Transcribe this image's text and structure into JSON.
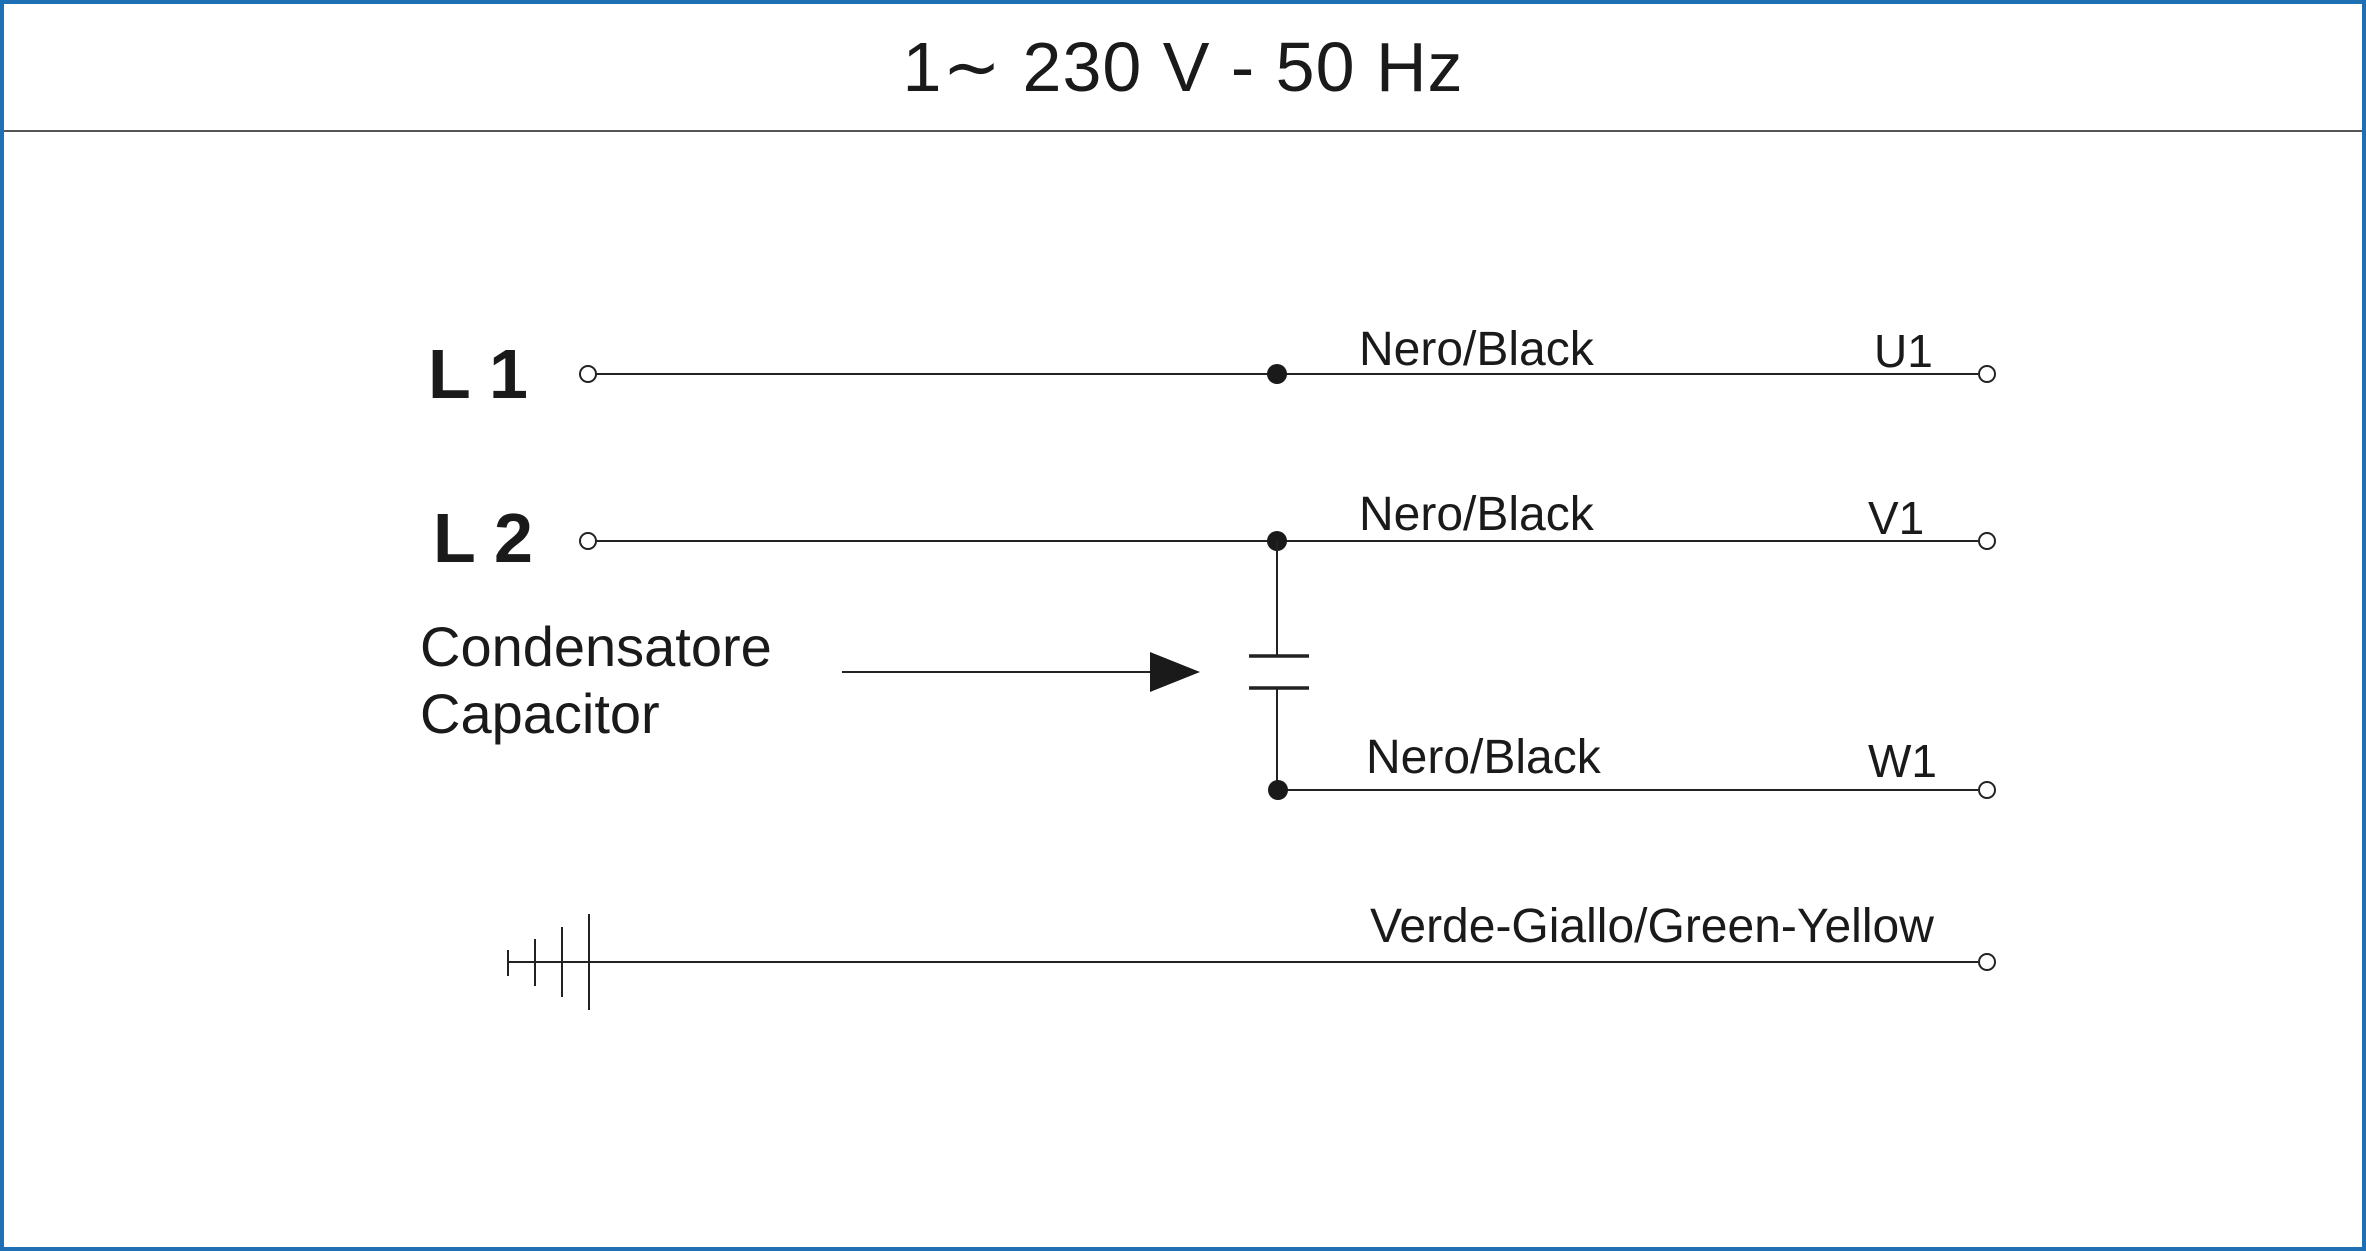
{
  "title": "1∼ 230 V - 50 Hz",
  "lines": {
    "l1": "L 1",
    "l2": "L 2"
  },
  "capacitor": {
    "label_it": "Condensatore",
    "label_en": "Capacitor"
  },
  "wires": {
    "u1_color": "Nero/Black",
    "v1_color": "Nero/Black",
    "w1_color": "Nero/Black",
    "earth_color": "Verde-Giallo/Green-Yellow"
  },
  "terminals": {
    "u1": "U1",
    "v1": "V1",
    "w1": "W1"
  },
  "colors": {
    "frame": "#1f6fb5",
    "ink": "#1a1a1a"
  }
}
